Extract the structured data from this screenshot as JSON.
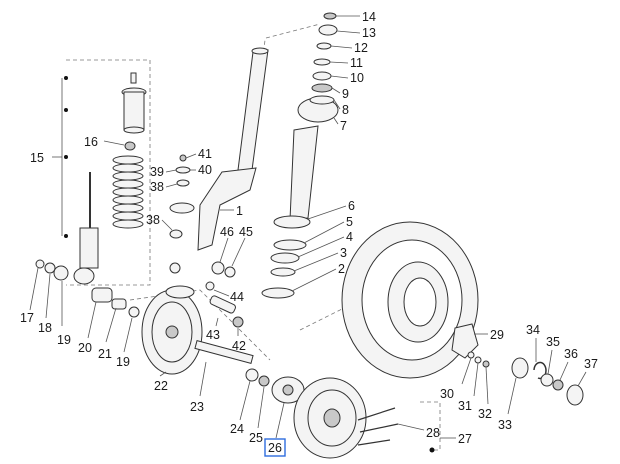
{
  "diagram": {
    "callouts": {
      "c1": "1",
      "c2": "2",
      "c3": "3",
      "c4": "4",
      "c5": "5",
      "c6": "6",
      "c7": "7",
      "c8": "8",
      "c9": "9",
      "c10": "10",
      "c11": "11",
      "c12": "12",
      "c13": "13",
      "c14": "14",
      "c15": "15",
      "c16": "16",
      "c17": "17",
      "c18": "18",
      "c19a": "19",
      "c19b": "19",
      "c20": "20",
      "c21": "21",
      "c22": "22",
      "c23": "23",
      "c24": "24",
      "c25": "25",
      "c26": "26",
      "c27": "27",
      "c28": "28",
      "c29": "29",
      "c30": "30",
      "c31": "31",
      "c32": "32",
      "c33": "33",
      "c34": "34",
      "c35": "35",
      "c36": "36",
      "c37": "37",
      "c38a": "38",
      "c38b": "38",
      "c39": "39",
      "c40": "40",
      "c41": "41",
      "c42": "42",
      "c43": "43",
      "c44": "44",
      "c45": "45",
      "c46": "46"
    },
    "highlighted_part": "26"
  }
}
